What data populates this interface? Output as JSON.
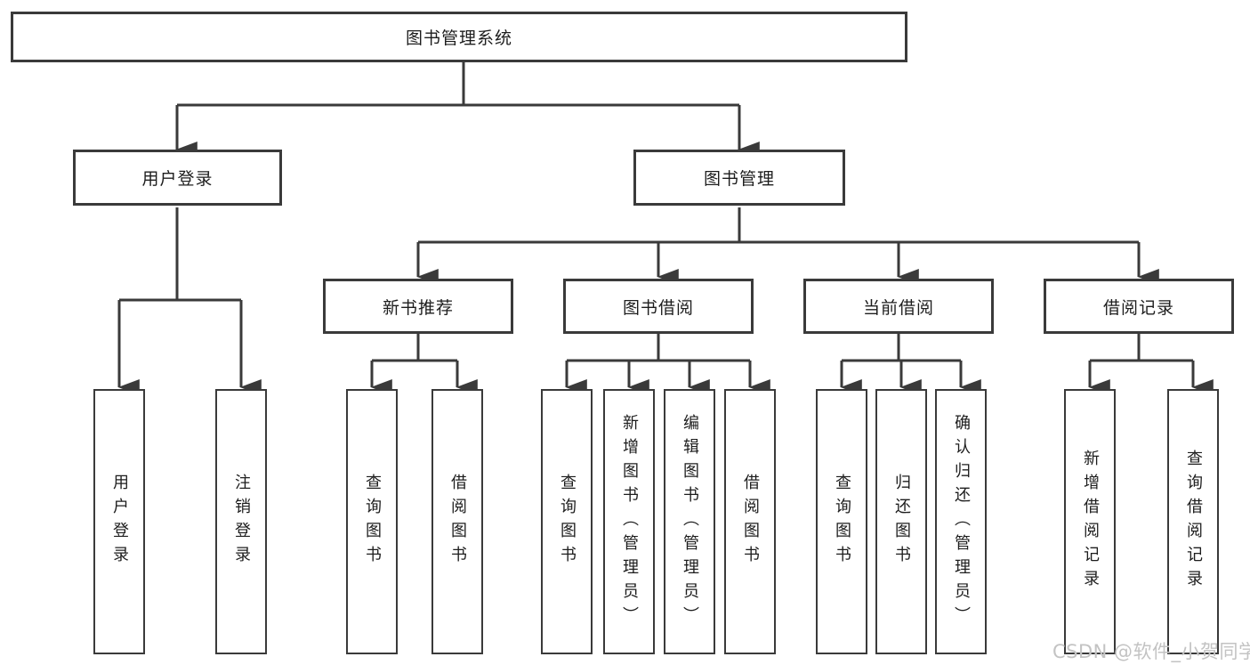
{
  "watermark": {
    "text": "CSDN @软件_小贺同学",
    "color": "#c3c3c3"
  },
  "colors": {
    "line": "#3a3a3a",
    "box_border": "#3a3a3a",
    "text": "#1d1d1d",
    "background": "#ffffff"
  },
  "diagram_type": "functional-structure-tree",
  "tree": {
    "root": {
      "label": "图书管理系统"
    },
    "branches": [
      {
        "label": "用户登录",
        "leaves": [
          {
            "label": "用户登录"
          },
          {
            "label": "注销登录"
          }
        ]
      },
      {
        "label": "图书管理",
        "groups": [
          {
            "label": "新书推荐",
            "leaves": [
              {
                "label": "查询图书"
              },
              {
                "label": "借阅图书"
              }
            ]
          },
          {
            "label": "图书借阅",
            "leaves": [
              {
                "label": "查询图书"
              },
              {
                "label": "新增图书（管理员）"
              },
              {
                "label": "编辑图书（管理员）"
              },
              {
                "label": "借阅图书"
              }
            ]
          },
          {
            "label": "当前借阅",
            "leaves": [
              {
                "label": "查询图书"
              },
              {
                "label": "归还图书"
              },
              {
                "label": "确认归还（管理员）"
              }
            ]
          },
          {
            "label": "借阅记录",
            "leaves": [
              {
                "label": "新增借阅记录"
              },
              {
                "label": "查询借阅记录"
              }
            ]
          }
        ]
      }
    ]
  }
}
